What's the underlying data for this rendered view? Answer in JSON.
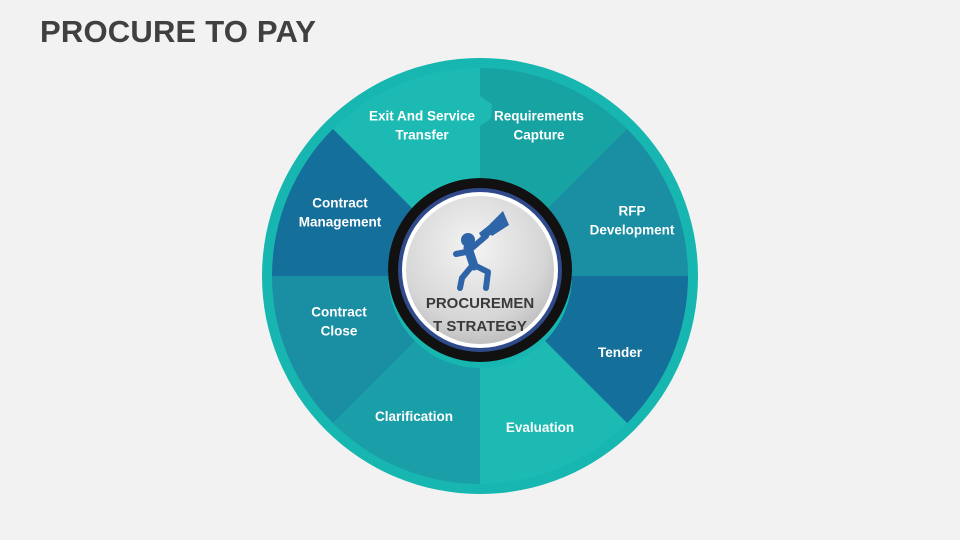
{
  "title": "PROCURE TO PAY",
  "center": {
    "lines": [
      "PROCUREMEN",
      "T STRATEGY"
    ],
    "icon": "person-with-telescope-icon"
  },
  "segments": [
    {
      "id": "requirements-capture",
      "lines": [
        "Requirements",
        "Capture"
      ],
      "color": "#18a3a3"
    },
    {
      "id": "rfp-development",
      "lines": [
        "RFP",
        "Development"
      ],
      "color": "#1a8ea3"
    },
    {
      "id": "tender",
      "lines": [
        "Tender"
      ],
      "color": "#146f9a"
    },
    {
      "id": "evaluation",
      "lines": [
        "Evaluation"
      ],
      "color": "#1cbab3"
    },
    {
      "id": "clarification",
      "lines": [
        "Clarification"
      ],
      "color": "#1a9fa8"
    },
    {
      "id": "contract-close",
      "lines": [
        "Contract",
        "Close"
      ],
      "color": "#1a8ea3"
    },
    {
      "id": "contract-management",
      "lines": [
        "Contract",
        "Management"
      ],
      "color": "#146f9a"
    },
    {
      "id": "exit-and-service-transfer",
      "lines": [
        "Exit And Service",
        "Transfer"
      ],
      "color": "#1cbab3"
    }
  ],
  "colors": {
    "outer_ring": "#17b6b0",
    "hub_ring": "#111111",
    "hub_blue": "#2f4a8a",
    "hub_face": "#d9d9d9",
    "icon": "#2e64a8",
    "title": "#404040"
  }
}
